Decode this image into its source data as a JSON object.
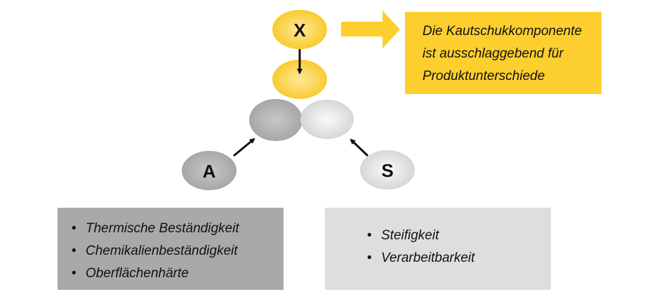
{
  "nodes": {
    "x_label": "X",
    "a_label": "A",
    "s_label": "S"
  },
  "callout": {
    "lines": [
      "Die Kautschukkomponente",
      "ist ausschlaggebend für",
      "Produktunterschiede"
    ]
  },
  "a_properties": [
    "Thermische Beständigkeit",
    "Chemikalienbeständigkeit",
    "Oberflächenhärte"
  ],
  "s_properties": [
    "Steifigkeit",
    "Verarbeitbarkeit"
  ],
  "colors": {
    "yellow": "#fccf2f",
    "dark_grey": "#a9a9a9",
    "light_grey": "#dedede"
  }
}
